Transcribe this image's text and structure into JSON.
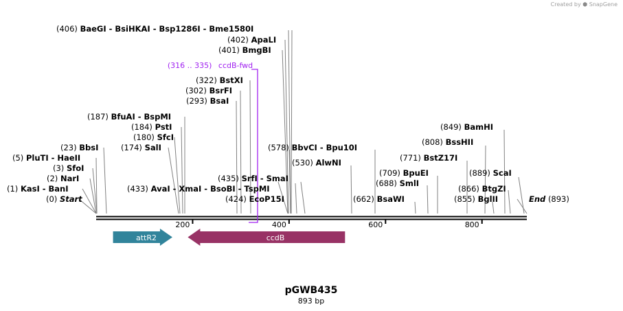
{
  "watermark": {
    "prefix": "Created by",
    "brand": "SnapGene"
  },
  "plasmid": {
    "name": "pGWB435",
    "length_label": "893 bp",
    "length": 893
  },
  "axis": {
    "ticks": [
      200,
      400,
      600,
      800
    ]
  },
  "colors": {
    "backbone": "#000000",
    "site_line": "#808080",
    "primer": "#a020f0",
    "attR2": "#31849b",
    "ccdB": "#983265",
    "text": "#000000",
    "feature_text": "#ffffff"
  },
  "features": [
    {
      "name": "attR2",
      "start": 35,
      "end": 158,
      "direction": "forward",
      "color": "#31849b"
    },
    {
      "name": "ccdB",
      "start": 190,
      "end": 516,
      "direction": "reverse",
      "color": "#983265"
    }
  ],
  "primers": [
    {
      "range": "(316 .. 335)",
      "name": "ccdB-fwd",
      "start": 316,
      "end": 335
    }
  ],
  "sites": [
    {
      "pos": "(0)",
      "names": [
        "Start"
      ],
      "italic": true
    },
    {
      "pos": "(1)",
      "names": [
        "KasI",
        "BanI"
      ]
    },
    {
      "pos": "(2)",
      "names": [
        "NarI"
      ]
    },
    {
      "pos": "(3)",
      "names": [
        "SfoI"
      ]
    },
    {
      "pos": "(5)",
      "names": [
        "PluTI",
        "HaeII"
      ]
    },
    {
      "pos": "(23)",
      "names": [
        "BbsI"
      ]
    },
    {
      "pos": "(187)",
      "names": [
        "BfuAI",
        "BspMI"
      ]
    },
    {
      "pos": "(184)",
      "names": [
        "PstI"
      ]
    },
    {
      "pos": "(180)",
      "names": [
        "SfcI"
      ]
    },
    {
      "pos": "(174)",
      "names": [
        "SalI"
      ]
    },
    {
      "pos": "(433)",
      "names": [
        "AvaI",
        "XmaI",
        "BsoBI",
        "TspMI"
      ]
    },
    {
      "pos": "(424)",
      "names": [
        "EcoP15I"
      ]
    },
    {
      "pos": "(435)",
      "names": [
        "SrfI",
        "SmaI"
      ]
    },
    {
      "pos": "(293)",
      "names": [
        "BsaI"
      ]
    },
    {
      "pos": "(302)",
      "names": [
        "BsrFI"
      ]
    },
    {
      "pos": "(322)",
      "names": [
        "BstXI"
      ]
    },
    {
      "pos": "(401)",
      "names": [
        "BmgBI"
      ]
    },
    {
      "pos": "(402)",
      "names": [
        "ApaLI"
      ]
    },
    {
      "pos": "(406)",
      "names": [
        "BaeGI",
        "BsiHKAI",
        "Bsp1286I",
        "Bme1580I"
      ]
    },
    {
      "pos": "(578)",
      "names": [
        "BbvCI",
        "Bpu10I"
      ]
    },
    {
      "pos": "(530)",
      "names": [
        "AlwNI"
      ]
    },
    {
      "pos": "(662)",
      "names": [
        "BsaWI"
      ]
    },
    {
      "pos": "(688)",
      "names": [
        "SmlI"
      ]
    },
    {
      "pos": "(709)",
      "names": [
        "BpuEI"
      ]
    },
    {
      "pos": "(771)",
      "names": [
        "BstZ17I"
      ]
    },
    {
      "pos": "(808)",
      "names": [
        "BssHII"
      ]
    },
    {
      "pos": "(849)",
      "names": [
        "BamHI"
      ]
    },
    {
      "pos": "(889)",
      "names": [
        "ScaI"
      ]
    },
    {
      "pos": "(866)",
      "names": [
        "BtgZI"
      ]
    },
    {
      "pos": "(855)",
      "names": [
        "BglII"
      ]
    },
    {
      "pos": "(893)",
      "names": [
        "End"
      ],
      "italic": true
    }
  ]
}
